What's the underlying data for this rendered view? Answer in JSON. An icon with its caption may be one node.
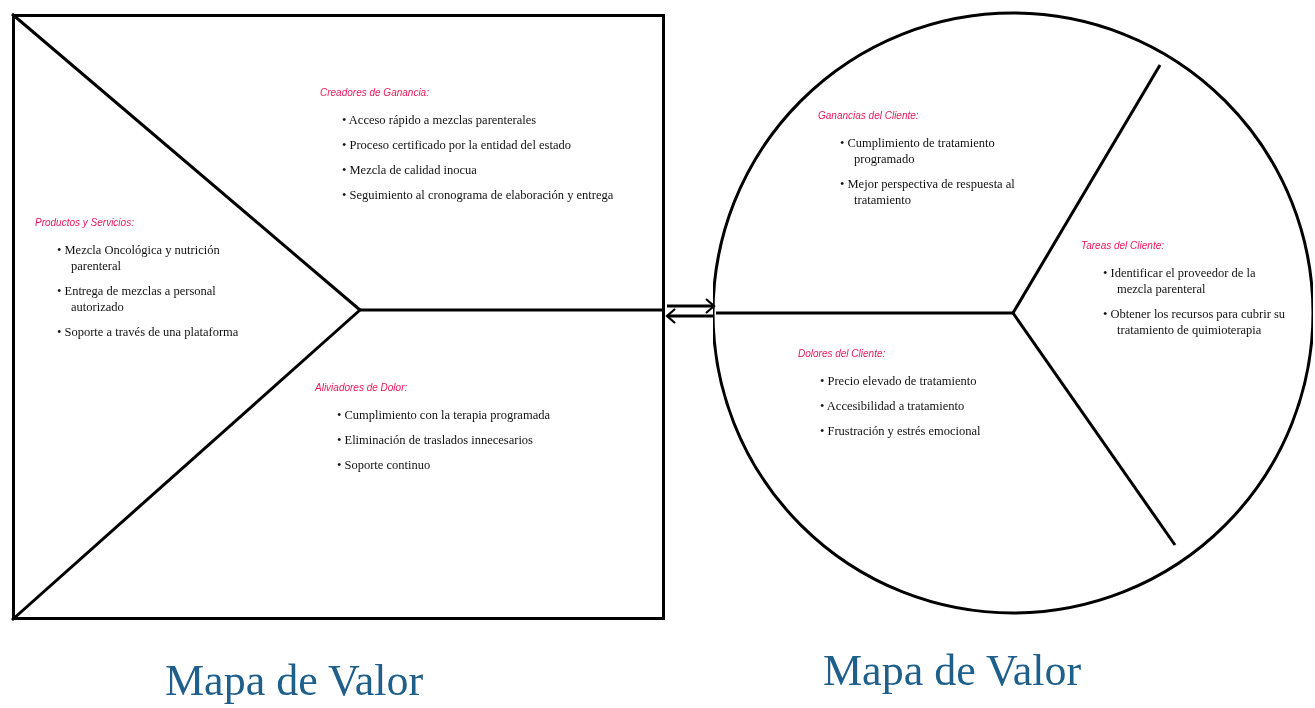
{
  "diagram": {
    "nodes": [
      {
        "text": [],
        "shape": "box",
        "beside": [
          "Mapa de Valor"
        ]
      },
      {
        "text": [
          "Productos y Servicios:",
          "• Mezcla Oncológica y nutrición parenteral",
          "• Entrega de mezclas a personal autorizado",
          "• Soporte a través de una plataforma"
        ],
        "in": 0
      },
      {
        "text": [
          "Creadores de Ganancia:",
          "• Acceso rápido a mezclas parenterales",
          "• Proceso certificado por la entidad del estado",
          "• Mezcla de calidad inocua",
          "• Seguimiento al cronograma de elaboración y entrega"
        ],
        "in": 0
      },
      {
        "text": [
          "Aliviadores de Dolor:",
          "• Cumplimiento con la terapia programada",
          "• Eliminación de traslados innecesarios",
          "• Soporte continuo"
        ],
        "in": 0
      },
      {
        "text": [],
        "shape": "circle",
        "beside": [
          "Mapa de Valor"
        ]
      },
      {
        "text": [
          "Ganancias del Cliente:",
          "• Cumplimiento de tratamiento programado",
          "• Mejor perspectiva de respuesta al tratamiento"
        ],
        "in": 4
      },
      {
        "text": [
          "Tareas del Cliente:",
          "• Identificar el proveedor de la mezcla parenteral",
          "• Obtener los recursos para cubrir su tratamiento de quimioterapia"
        ],
        "in": 4
      },
      {
        "text": [
          "Dolores del Cliente:",
          "• Precio elevado de tratamiento",
          "• Accesibilidad a tratamiento",
          "• Frustración y estrés emocional"
        ],
        "in": 4
      }
    ],
    "edges": [
      {
        "from": 0,
        "to": 4,
        "arrow": "to"
      },
      {
        "from": 4,
        "to": 0,
        "arrow": "to"
      }
    ]
  }
}
